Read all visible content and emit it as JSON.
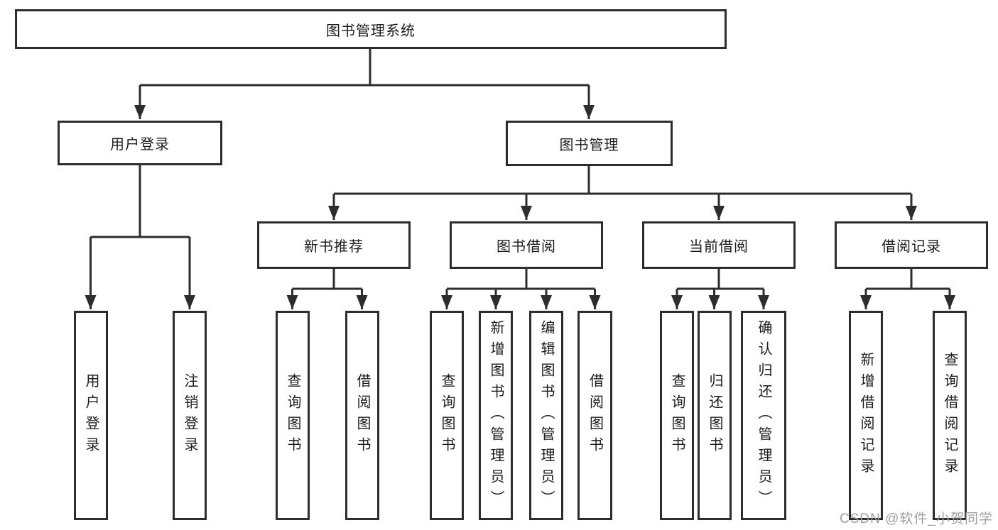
{
  "colors": {
    "line": "#2d2d2d",
    "text": "#1c1c1c",
    "watermark": "#9f9f9f"
  },
  "tree": {
    "root": {
      "label": "图书管理系统"
    },
    "user_branch": {
      "label": "用户登录",
      "children": [
        {
          "label": "用户登录"
        },
        {
          "label": "注销登录"
        }
      ]
    },
    "book_branch": {
      "label": "图书管理",
      "sections": [
        {
          "label": "新书推荐",
          "children": [
            {
              "label": "查询图书"
            },
            {
              "label": "借阅图书"
            }
          ]
        },
        {
          "label": "图书借阅",
          "children": [
            {
              "label": "查询图书"
            },
            {
              "label": "新增图书（管理员）"
            },
            {
              "label": "编辑图书（管理员）"
            },
            {
              "label": "借阅图书"
            }
          ]
        },
        {
          "label": "当前借阅",
          "children": [
            {
              "label": "查询图书"
            },
            {
              "label": "归还图书"
            },
            {
              "label": "确认归还（管理员）"
            }
          ]
        },
        {
          "label": "借阅记录",
          "children": [
            {
              "label": "新增借阅记录"
            },
            {
              "label": "查询借阅记录"
            }
          ]
        }
      ]
    }
  },
  "watermark": {
    "text": "CSDN @软件_小贺同学"
  }
}
